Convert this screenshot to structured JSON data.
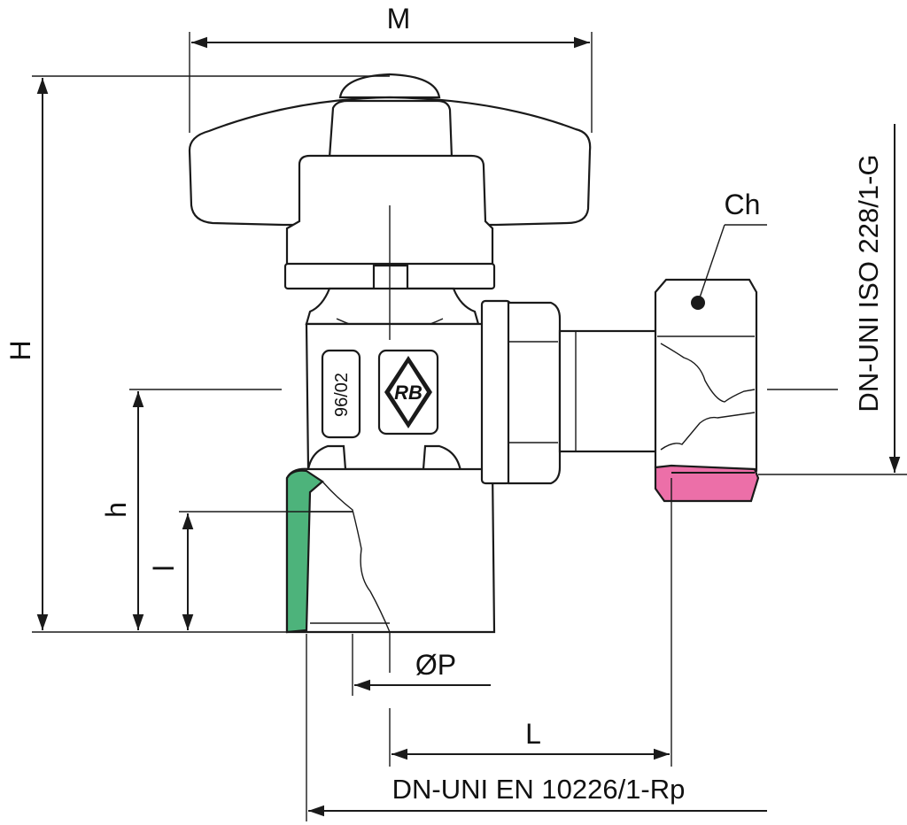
{
  "dimensions": {
    "M": "M",
    "H": "H",
    "h": "h",
    "l": "l",
    "Ch": "Ch",
    "P": "ØP",
    "L": "L"
  },
  "standards": {
    "inlet": "DN-UNI EN 10226/1-Rp",
    "outlet": "DN-UNI ISO 228/1-G"
  },
  "body_marking": {
    "date_code": "96/02",
    "logo_letters": "RB"
  },
  "colors": {
    "inlet_thread": "#4db37b",
    "outlet_thread": "#ec6fa8",
    "line": "#1a1a1a"
  }
}
